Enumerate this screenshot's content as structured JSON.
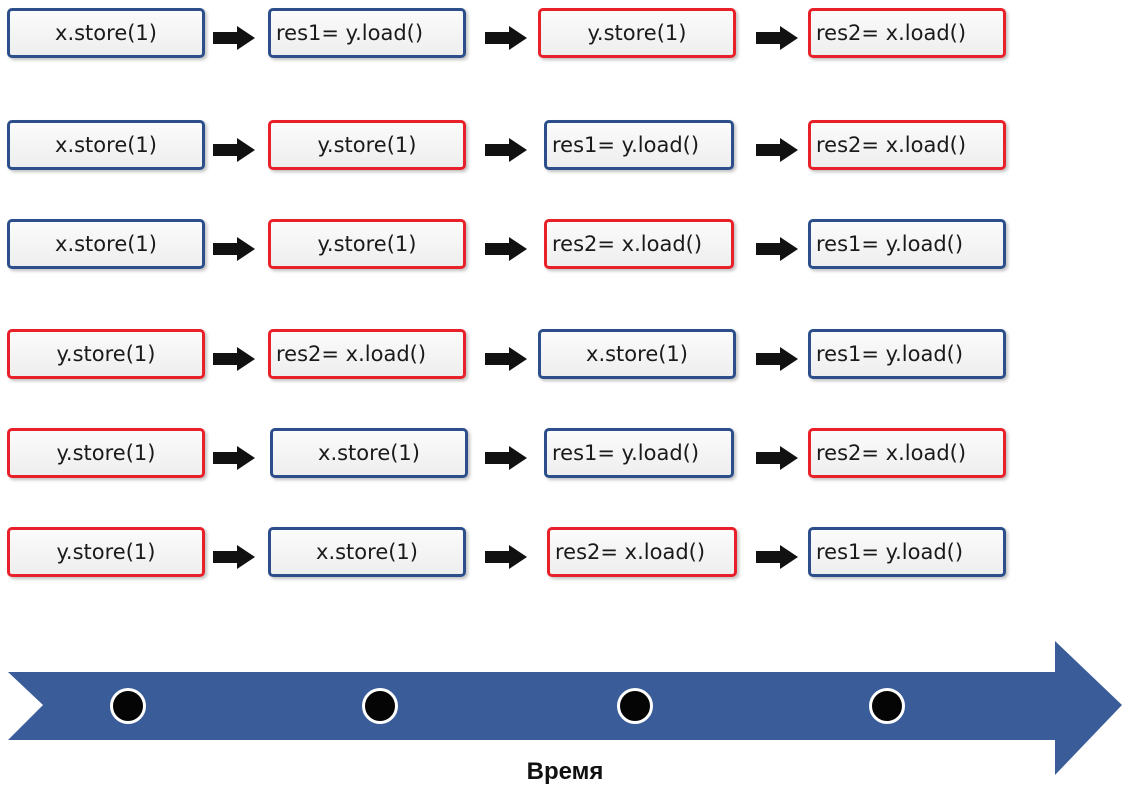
{
  "colors": {
    "thread_x": "#2c4f8c",
    "thread_y": "#e8202a",
    "timeline": "#3a5d9a",
    "dot": "#050505",
    "arrow": "#111111"
  },
  "sequences": [
    [
      {
        "text": "x.store(1)",
        "thread": "x"
      },
      {
        "text": "res1= y.load()",
        "thread": "x"
      },
      {
        "text": "y.store(1)",
        "thread": "y"
      },
      {
        "text": "res2= x.load()",
        "thread": "y"
      }
    ],
    [
      {
        "text": "x.store(1)",
        "thread": "x"
      },
      {
        "text": "y.store(1)",
        "thread": "y"
      },
      {
        "text": "res1= y.load()",
        "thread": "x"
      },
      {
        "text": "res2= x.load()",
        "thread": "y"
      }
    ],
    [
      {
        "text": "x.store(1)",
        "thread": "x"
      },
      {
        "text": "y.store(1)",
        "thread": "y"
      },
      {
        "text": "res2= x.load()",
        "thread": "y"
      },
      {
        "text": "res1= y.load()",
        "thread": "x"
      }
    ],
    [
      {
        "text": "y.store(1)",
        "thread": "y"
      },
      {
        "text": "res2= x.load()",
        "thread": "y"
      },
      {
        "text": "x.store(1)",
        "thread": "x"
      },
      {
        "text": "res1= y.load()",
        "thread": "x"
      }
    ],
    [
      {
        "text": "y.store(1)",
        "thread": "y"
      },
      {
        "text": "x.store(1)",
        "thread": "x"
      },
      {
        "text": "res1= y.load()",
        "thread": "x"
      },
      {
        "text": "res2= x.load()",
        "thread": "y"
      }
    ],
    [
      {
        "text": "y.store(1)",
        "thread": "y"
      },
      {
        "text": "x.store(1)",
        "thread": "x"
      },
      {
        "text": "res2= x.load()",
        "thread": "y"
      },
      {
        "text": "res1= y.load()",
        "thread": "x"
      }
    ]
  ],
  "timeline": {
    "label": "Время",
    "dot_count": 4
  }
}
